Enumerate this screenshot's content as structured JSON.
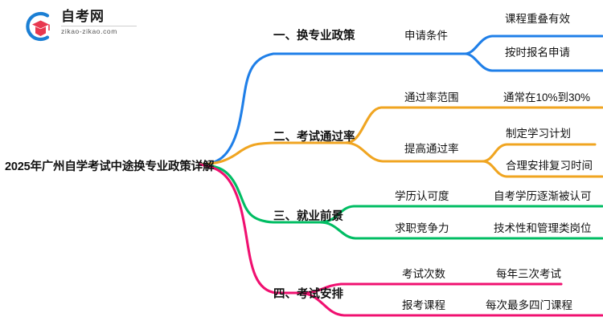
{
  "logo": {
    "name_cn": "自考网",
    "url": "zikao-zikao.com",
    "mark_icon": "graduation-cap-circle-icon",
    "circle_color": "#1b7fd4",
    "cap_color": "#e8384f"
  },
  "mindmap": {
    "root": {
      "label": "2025年广州自学考试中途换专业政策详解"
    },
    "branches": [
      {
        "index": "1",
        "label": "一、换专业政策",
        "color": "#1f7fe8",
        "children": [
          {
            "label": "申请条件",
            "leaves": [
              {
                "label": "课程重叠有效"
              },
              {
                "label": "按时报名申请"
              }
            ]
          }
        ]
      },
      {
        "index": "2",
        "label": "二、考试通过率",
        "color": "#f0a521",
        "children": [
          {
            "label": "通过率范围",
            "leaves": [
              {
                "label": "通常在10%到30%"
              }
            ]
          },
          {
            "label": "提高通过率",
            "leaves": [
              {
                "label": "制定学习计划"
              },
              {
                "label": "合理安排复习时间"
              }
            ]
          }
        ]
      },
      {
        "index": "3",
        "label": "三、就业前景",
        "color": "#00bd63",
        "children": [
          {
            "label": "学历认可度",
            "leaves": [
              {
                "label": "自考学历逐渐被认可"
              }
            ]
          },
          {
            "label": "求职竞争力",
            "leaves": [
              {
                "label": "技术性和管理类岗位"
              }
            ]
          }
        ]
      },
      {
        "index": "4",
        "label": "四、考试安排",
        "color": "#f01070",
        "children": [
          {
            "label": "考试次数",
            "leaves": [
              {
                "label": "每年三次考试"
              }
            ]
          },
          {
            "label": "报考课程",
            "leaves": [
              {
                "label": "每次最多四门课程"
              }
            ]
          }
        ]
      }
    ]
  }
}
